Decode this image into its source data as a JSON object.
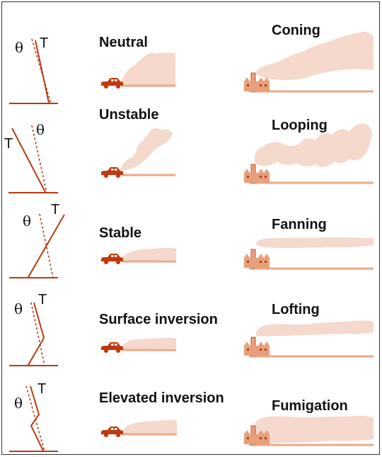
{
  "symbols": {
    "theta": "θ",
    "temperature": "T"
  },
  "colors": {
    "line": "#b83a12",
    "plume": "#f4d9cc",
    "plume_edge": "#efcbbb",
    "ground": "#e9a988",
    "stack": "#e6a07c",
    "car": "#c0390f"
  },
  "rows": [
    {
      "case": "Neutral",
      "plume": "Coning"
    },
    {
      "case": "Unstable",
      "plume": "Looping"
    },
    {
      "case": "Stable",
      "plume": "Fanning"
    },
    {
      "case": "Surface inversion",
      "plume": "Lofting"
    },
    {
      "case": "Elevated inversion",
      "plume": "Fumigation"
    }
  ]
}
